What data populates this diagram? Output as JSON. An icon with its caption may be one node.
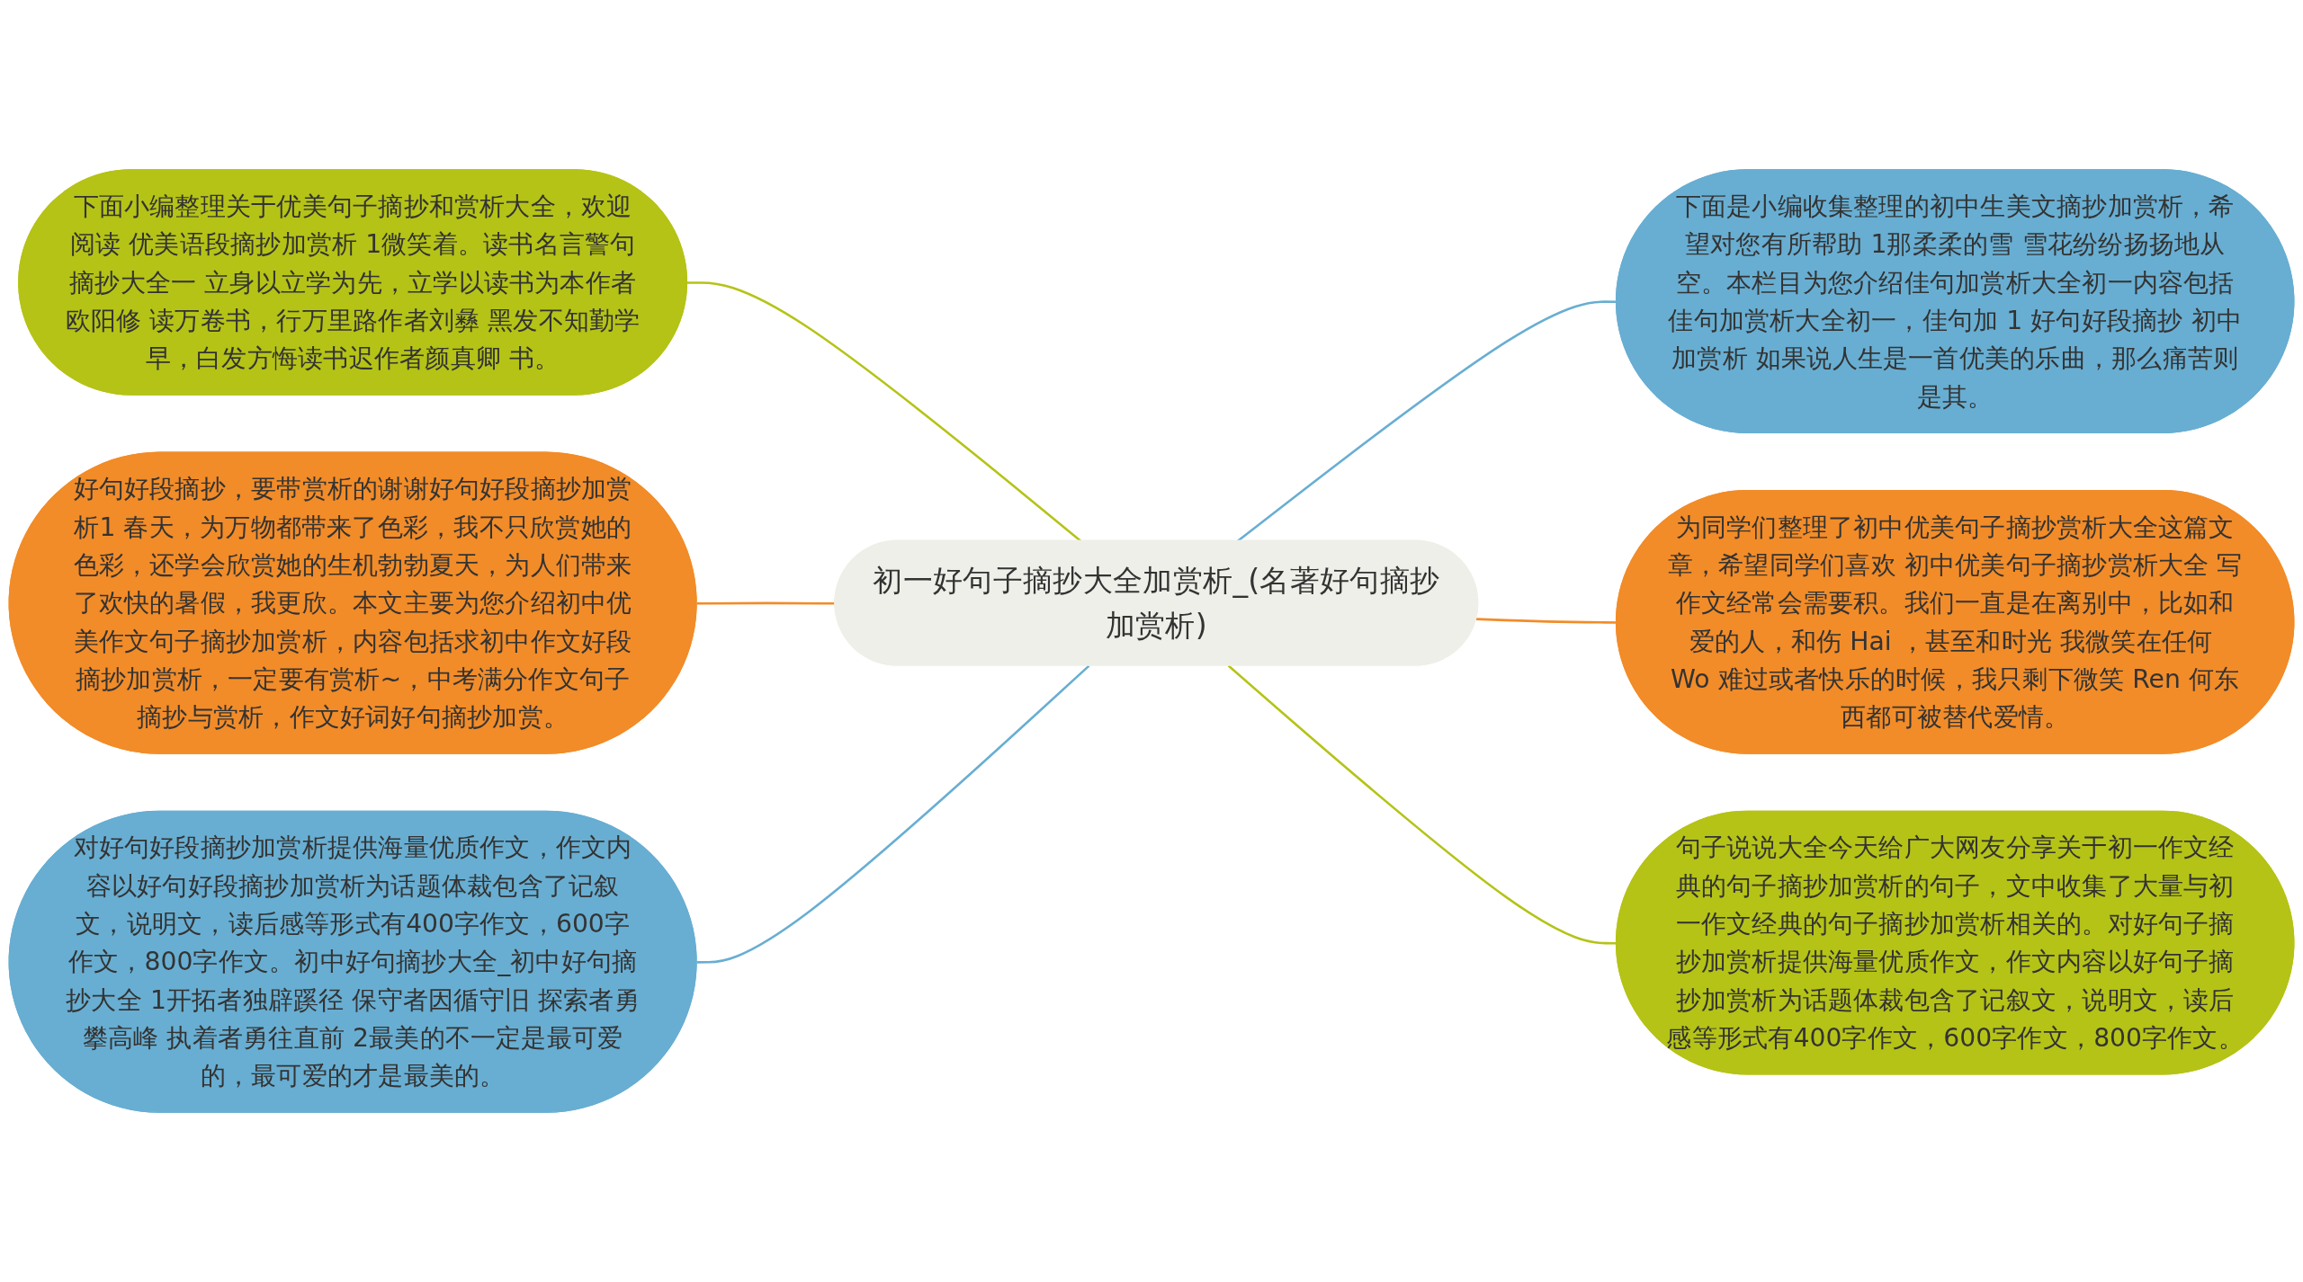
{
  "diagram": {
    "nodes": [
      {
        "text": [
          "初一好句子摘抄大全加赏析_(名著好句摘抄加赏析)"
        ]
      },
      {
        "text": [
          "下面小编整理关于优美句子摘抄和赏析大全，欢迎阅读 优美语段摘抄加赏析 1微笑着。读书名言警句摘抄大全一 立身以立学为先，立学以读书为本作者欧阳修 读万卷书，行万里路作者刘彝 黑发不知勤学早，白发方悔读书迟作者颜真卿 书。"
        ]
      },
      {
        "text": [
          "好句好段摘抄，要带赏析的谢谢好句好段摘抄加赏析1 春天，为万物都带来了色彩，我不只欣赏她的色彩，还学会欣赏她的生机勃勃夏天，为人们带来了欢快的暑假，我更欣。本文主要为您介绍初中优美作文句子摘抄加赏析，内容包括求初中作文好段摘抄加赏析，一定要有赏析~，中考满分作文句子摘抄与赏析，作文好词好句摘抄加赏。"
        ]
      },
      {
        "text": [
          "对好句好段摘抄加赏析提供海量优质作文，作文内容以好句好段摘抄加赏析为话题体裁包含了记叙文，说明文，读后感等形式有400字作文，600字作文，800字作文。初中好句摘抄大全_初中好句摘抄大全 1开拓者独辟蹊径 保守者因循守旧 探索者勇攀高峰 执着者勇往直前 2最美的不一定是最可爱的，最可爱的才是最美的。"
        ]
      },
      {
        "text": [
          "下面是小编收集整理的初中生美文摘抄加赏析，希望对您有所帮助 1那柔柔的雪 雪花纷纷扬扬地从空。本栏目为您介绍佳句加赏析大全初一内容包括佳句加赏析大全初一，佳句加 1 好句好段摘抄 初中加赏析 如果说人生是一首优美的乐曲，那么痛苦则是其。"
        ]
      },
      {
        "text": [
          "为同学们整理了初中优美句子摘抄赏析大全这篇文章，希望同学们喜欢 初中优美句子摘抄赏析大全 写作文经常会需要积。我们一直是在离别中，比如和爱的人，和伤 Hai ，甚至和时光 我微笑在任何 Wo 难过或者快乐的时候，我只剩下微笑 Ren 何东西都可被替代爱情。"
        ]
      },
      {
        "text": [
          "句子说说大全今天给广大网友分享关于初一作文经典的句子摘抄加赏析的句子，文中收集了大量与初一作文经典的句子摘抄加赏析相关的。对好句子摘抄加赏析提供海量优质作文，作文内容以好句子摘抄加赏析为话题体裁包含了记叙文，说明文，读后感等形式有400字作文，600字作文，800字作文。"
        ]
      }
    ],
    "edges": [
      {
        "from": 1,
        "to": 0,
        "arrow": "none",
        "color": "#b5c316"
      },
      {
        "from": 2,
        "to": 0,
        "arrow": "none",
        "color": "#f28c28"
      },
      {
        "from": 3,
        "to": 0,
        "arrow": "none",
        "color": "#68aed2"
      },
      {
        "from": 0,
        "to": 4,
        "arrow": "none",
        "color": "#68aed2"
      },
      {
        "from": 0,
        "to": 5,
        "arrow": "none",
        "color": "#f28c28"
      },
      {
        "from": 0,
        "to": 6,
        "arrow": "none",
        "color": "#b5c316"
      }
    ]
  }
}
